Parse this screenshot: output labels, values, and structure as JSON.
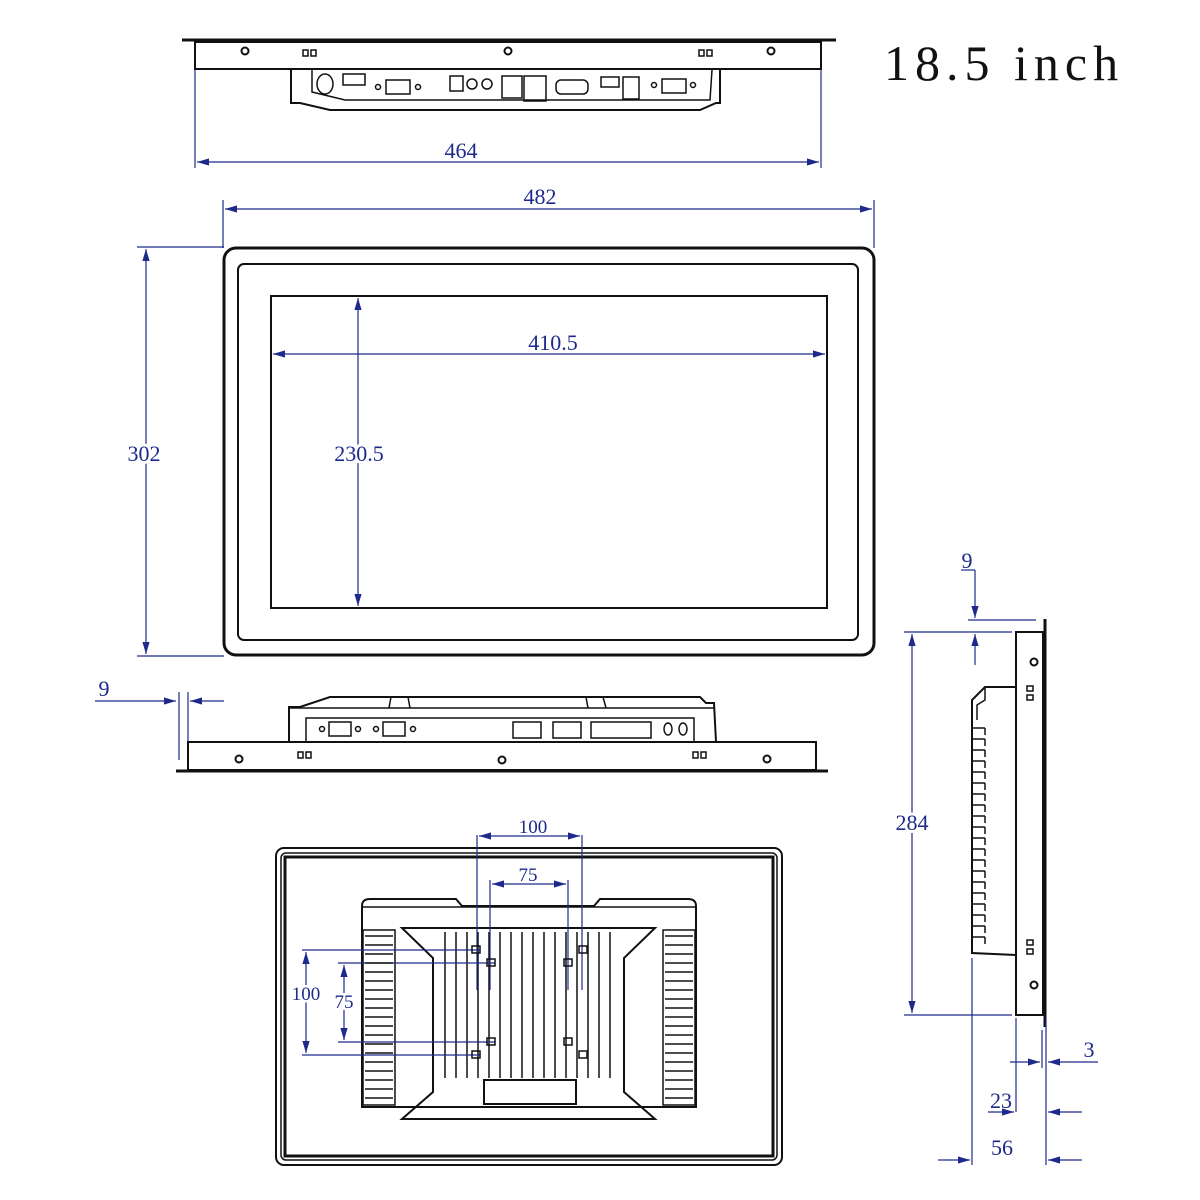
{
  "title": "18.5 inch",
  "views": {
    "top_view": {
      "label": "top-view",
      "dimensions": {
        "width": "464"
      }
    },
    "front_view": {
      "label": "front-view",
      "dimensions": {
        "overall_width": "482",
        "overall_height": "302",
        "active_width": "410.5",
        "active_height": "230.5"
      }
    },
    "bottom_view": {
      "label": "bottom-view",
      "dimensions": {
        "bezel_offset": "9"
      }
    },
    "rear_view": {
      "label": "rear-view",
      "dimensions": {
        "vesa_h_outer": "100",
        "vesa_h_inner": "75",
        "vesa_v_outer": "100",
        "vesa_v_inner": "75"
      }
    },
    "side_view": {
      "label": "side-view",
      "dimensions": {
        "top_offset": "9",
        "height": "284",
        "bezel_thickness": "3",
        "body_depth": "23",
        "total_depth": "56"
      }
    }
  },
  "colors": {
    "dimension": "#1d2a8c",
    "outline": "#111111",
    "background": "#ffffff"
  }
}
